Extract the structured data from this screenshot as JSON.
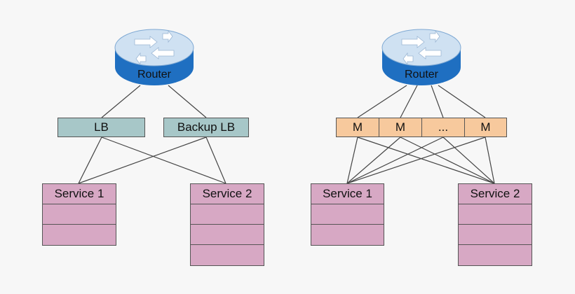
{
  "left_diagram": {
    "router": {
      "label": "Router",
      "icon": "router-icon"
    },
    "load_balancers": [
      "LB",
      "Backup LB"
    ],
    "services": [
      "Service 1",
      "Service 2"
    ]
  },
  "right_diagram": {
    "router": {
      "label": "Router",
      "icon": "router-icon"
    },
    "m_nodes": [
      "M",
      "M",
      "...",
      "M"
    ],
    "services": [
      "Service 1",
      "Service 2"
    ]
  },
  "colors": {
    "router_top": "#cfe1f2",
    "router_body": "#1f6fc1",
    "lb_fill": "#a7c7c8",
    "m_fill": "#f7c99d",
    "service_fill": "#d7a8c4",
    "line": "#444444"
  }
}
